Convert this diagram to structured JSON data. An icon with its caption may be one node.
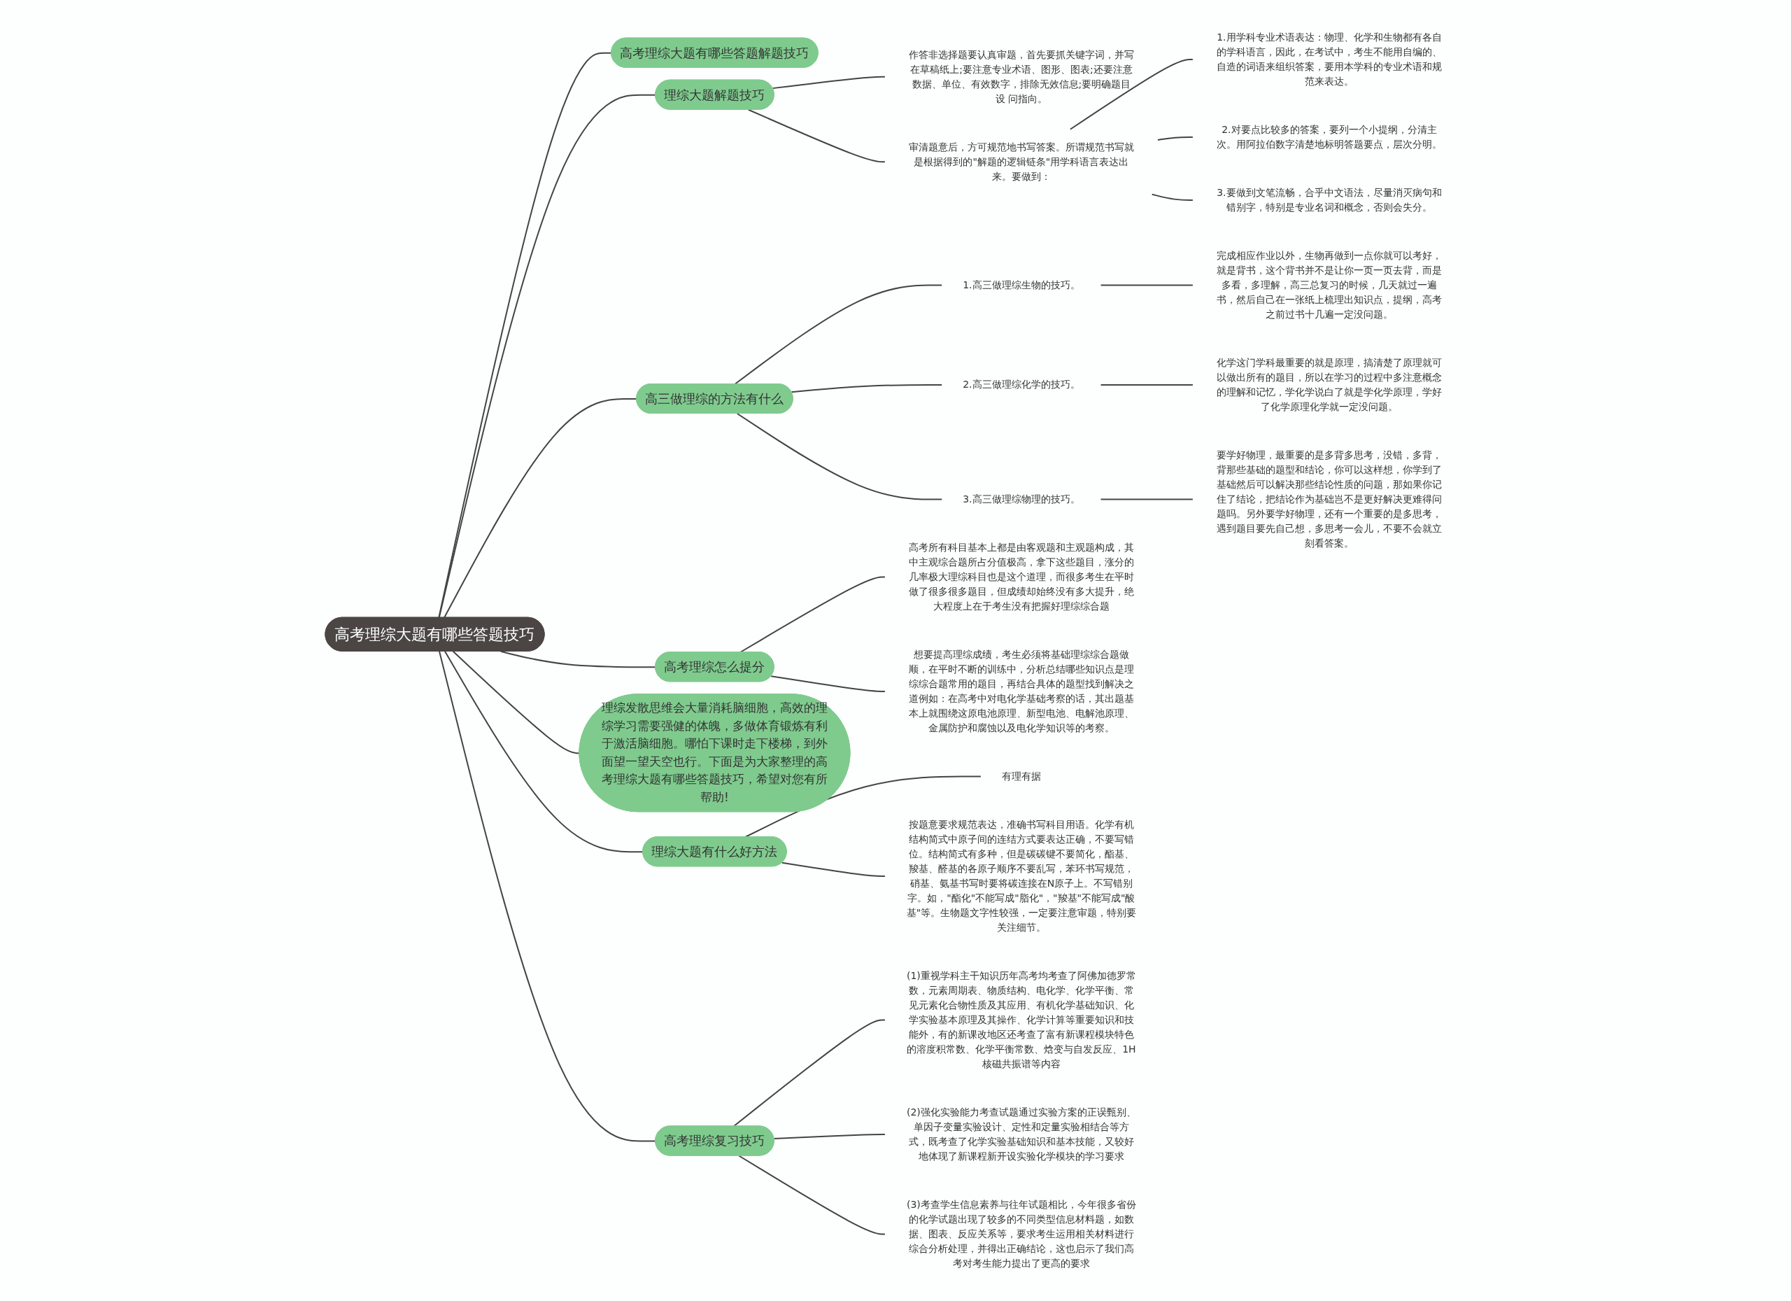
{
  "diagram": {
    "nodes": [
      {
        "text": [
          "高考理综大题有哪些答题技巧"
        ]
      },
      {
        "text": [
          "高考理综大题有哪些答题解题技巧"
        ]
      },
      {
        "text": [
          "理综大题解题技巧"
        ]
      },
      {
        "text": [
          "作答非选择题要认真审题，首先要抓关键字词，并写在草稿纸上;要注意专业术语、图形、图表;还要注意数据、单位、有效数字，排除无效信息;要明确题目设 问指向。"
        ]
      },
      {
        "text": [
          "审清题意后，方可规范地书写答案。所谓规范书写就是根据得到的\"解题的逻辑链条\"用学科语言表达出来。要做到："
        ]
      },
      {
        "text": [
          "1.用学科专业术语表达：物理、化学和生物都有各自的学科语言，因此，在考试中，考生不能用自编的、自造的词语来组织答案，要用本学科的专业术语和规范来表达。"
        ]
      },
      {
        "text": [
          "2.对要点比较多的答案，要列一个小提纲，分清主次。用阿拉伯数字清楚地标明答题要点，层次分明。"
        ]
      },
      {
        "text": [
          "3.要做到文笔流畅，合乎中文语法，尽量消灭病句和错别字，特别是专业名词和概念，否则会失分。"
        ]
      },
      {
        "text": [
          "高三做理综的方法有什么"
        ]
      },
      {
        "text": [
          "1.高三做理综生物的技巧。"
        ]
      },
      {
        "text": [
          "完成相应作业以外，生物再做到一点你就可以考好，就是背书，这个背书并不是让你一页一页去背，而是多看，多理解，高三总复习的时候，几天就过一遍书，然后自己在一张纸上梳理出知识点，提纲，高考之前过书十几遍一定没问题。"
        ]
      },
      {
        "text": [
          "2.高三做理综化学的技巧。"
        ]
      },
      {
        "text": [
          "化学这门学科最重要的就是原理，搞清楚了原理就可以做出所有的题目，所以在学习的过程中多注意概念的理解和记忆，学化学说白了就是学化学原理，学好了化学原理化学就一定没问题。"
        ]
      },
      {
        "text": [
          "3.高三做理综物理的技巧。"
        ]
      },
      {
        "text": [
          "要学好物理，最重要的是多背多思考，没错，多背，背那些基础的题型和结论，你可以这样想，你学到了基础然后可以解决那些结论性质的问题，那如果你记住了结论，把结论作为基础岂不是更好解决更难得问题吗。另外要学好物理，还有一个重要的是多思考，遇到题目要先自己想，多思考一会儿，不要不会就立刻看答案。"
        ]
      },
      {
        "text": [
          "高考理综怎么提分"
        ]
      },
      {
        "text": [
          "高考所有科目基本上都是由客观题和主观题构成，其中主观综合题所占分值极高，拿下这些题目，涨分的几率极大理综科目也是这个道理，而很多考生在平时做了很多很多题目，但成绩却始终没有多大提升，绝大程度上在于考生没有把握好理综综合题"
        ]
      },
      {
        "text": [
          "想要提高理综成绩，考生必须将基础理综综合题做顺，在平时不断的训练中，分析总结哪些知识点是理综综合题常用的题目，再结合具体的题型找到解决之道例如：在高考中对电化学基础考察的话，其出题基本上就围绕这原电池原理、新型电池、电解池原理、金属防护和腐蚀以及电化学知识等的考察。"
        ]
      },
      {
        "text": [
          "理综发散思维会大量消耗脑细胞，高效的理综学习需要强健的体魄，多做体育锻炼有利于激活脑细胞。哪怕下课时走下楼梯，到外面望一望天空也行。下面是为大家整理的高考理综大题有哪些答题技巧，希望对您有所帮助!"
        ]
      },
      {
        "text": [
          "理综大题有什么好方法"
        ]
      },
      {
        "text": [
          "有理有据"
        ]
      },
      {
        "text": [
          "按题意要求规范表达，准确书写科目用语。化学有机结构简式中原子间的连结方式要表达正确，不要写错位。结构简式有多种，但是碳碳键不要简化，酯基、羧基、醛基的各原子顺序不要乱写，苯环书写规范，硝基、氨基书写时要将碳连接在N原子上。不写错别字。如，\"酯化\"不能写成\"脂化\"，\"羧基\"不能写成\"酸基\"等。生物题文字性较强，一定要注意审题，特别要关注细节。"
        ]
      },
      {
        "text": [
          "高考理综复习技巧"
        ]
      },
      {
        "text": [
          "(1)重视学科主干知识历年高考均考查了阿佛加德罗常数，元素周期表、物质结构、电化学、化学平衡、常见元素化合物性质及其应用、有机化学基础知识、化学实验基本原理及其操作、化学计算等重要知识和技能外，有的新课改地区还考查了富有新课程模块特色的溶度积常数、化学平衡常数、焓变与自发反应、1H核磁共振谱等内容"
        ]
      },
      {
        "text": [
          "(2)强化实验能力考查试题通过实验方案的正误甄别、单因子变量实验设计、定性和定量实验相结合等方式，既考查了化学实验基础知识和基本技能，又较好地体现了新课程新开设实验化学模块的学习要求"
        ]
      },
      {
        "text": [
          "(3)考查学生信息素养与往年试题相比，今年很多省份的化学试题出现了较多的不同类型信息材料题，如数据、图表、反应关系等，要求考生运用相关材料进行综合分析处理，并得出正确结论，这也启示了我们高考对考生能力提出了更高的要求"
        ]
      }
    ],
    "edges": [
      {
        "from": 0,
        "to": 1,
        "arrow": "none"
      },
      {
        "from": 0,
        "to": 2,
        "arrow": "none"
      },
      {
        "from": 2,
        "to": 3,
        "arrow": "none"
      },
      {
        "from": 2,
        "to": 4,
        "arrow": "none"
      },
      {
        "from": 4,
        "to": 5,
        "arrow": "none"
      },
      {
        "from": 4,
        "to": 6,
        "arrow": "none"
      },
      {
        "from": 4,
        "to": 7,
        "arrow": "none"
      },
      {
        "from": 0,
        "to": 8,
        "arrow": "none"
      },
      {
        "from": 8,
        "to": 9,
        "arrow": "none"
      },
      {
        "from": 9,
        "to": 10,
        "arrow": "none"
      },
      {
        "from": 8,
        "to": 11,
        "arrow": "none"
      },
      {
        "from": 11,
        "to": 12,
        "arrow": "none"
      },
      {
        "from": 8,
        "to": 13,
        "arrow": "none"
      },
      {
        "from": 13,
        "to": 14,
        "arrow": "none"
      },
      {
        "from": 0,
        "to": 15,
        "arrow": "none"
      },
      {
        "from": 15,
        "to": 16,
        "arrow": "none"
      },
      {
        "from": 15,
        "to": 17,
        "arrow": "none"
      },
      {
        "from": 0,
        "to": 18,
        "arrow": "none"
      },
      {
        "from": 0,
        "to": 19,
        "arrow": "none"
      },
      {
        "from": 19,
        "to": 20,
        "arrow": "none"
      },
      {
        "from": 19,
        "to": 21,
        "arrow": "none"
      },
      {
        "from": 0,
        "to": 22,
        "arrow": "none"
      },
      {
        "from": 22,
        "to": 23,
        "arrow": "none"
      },
      {
        "from": 22,
        "to": 24,
        "arrow": "none"
      },
      {
        "from": 22,
        "to": 25,
        "arrow": "none"
      }
    ]
  }
}
